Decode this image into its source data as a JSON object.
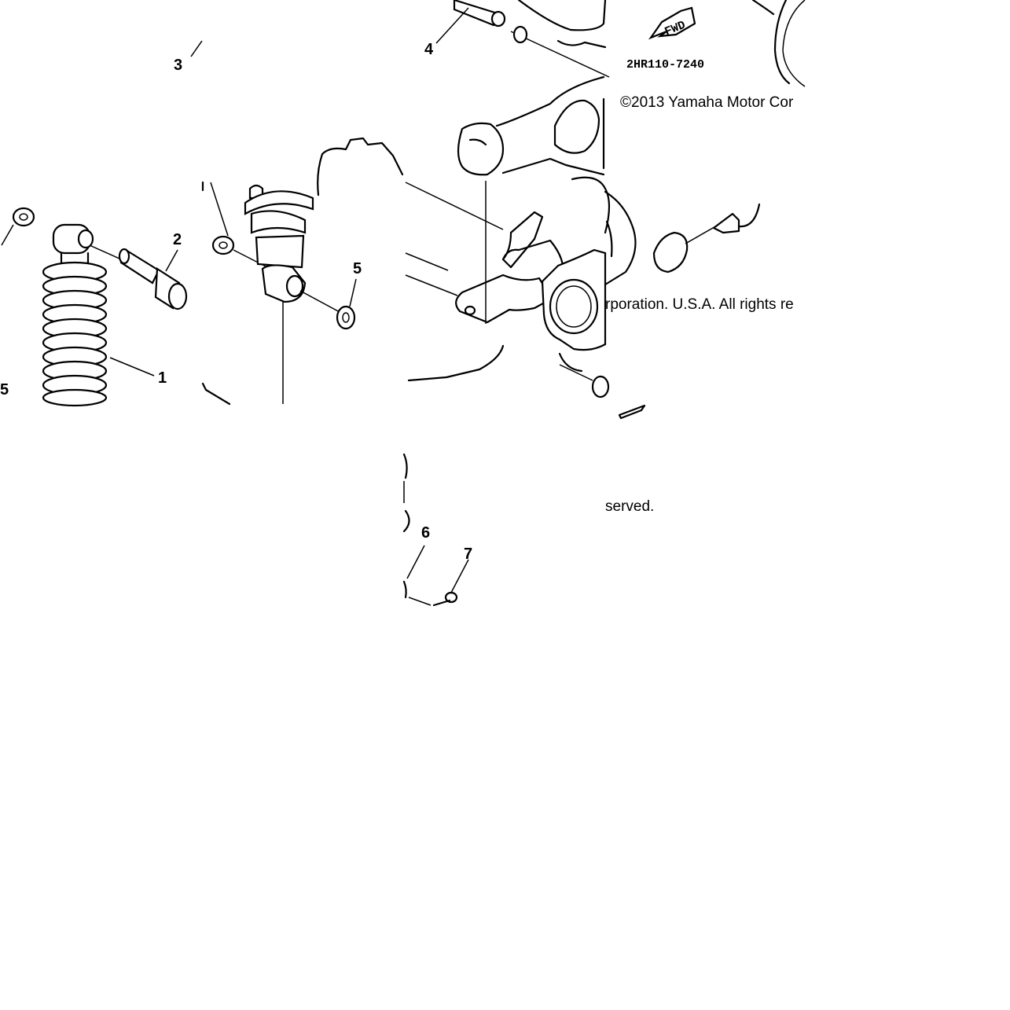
{
  "callouts": {
    "c1": "1",
    "c2": "2",
    "c3": "3",
    "c4": "4",
    "c5a": "5",
    "c5b": "5",
    "c6": "6",
    "c7": "7"
  },
  "fwd_label": "FWD",
  "drawing_code": "2HR110-7240",
  "copyright": {
    "line1": "©2013 Yamaha Motor Cor",
    "line2": "rporation. U.S.A. All rights re",
    "line3": "served."
  }
}
